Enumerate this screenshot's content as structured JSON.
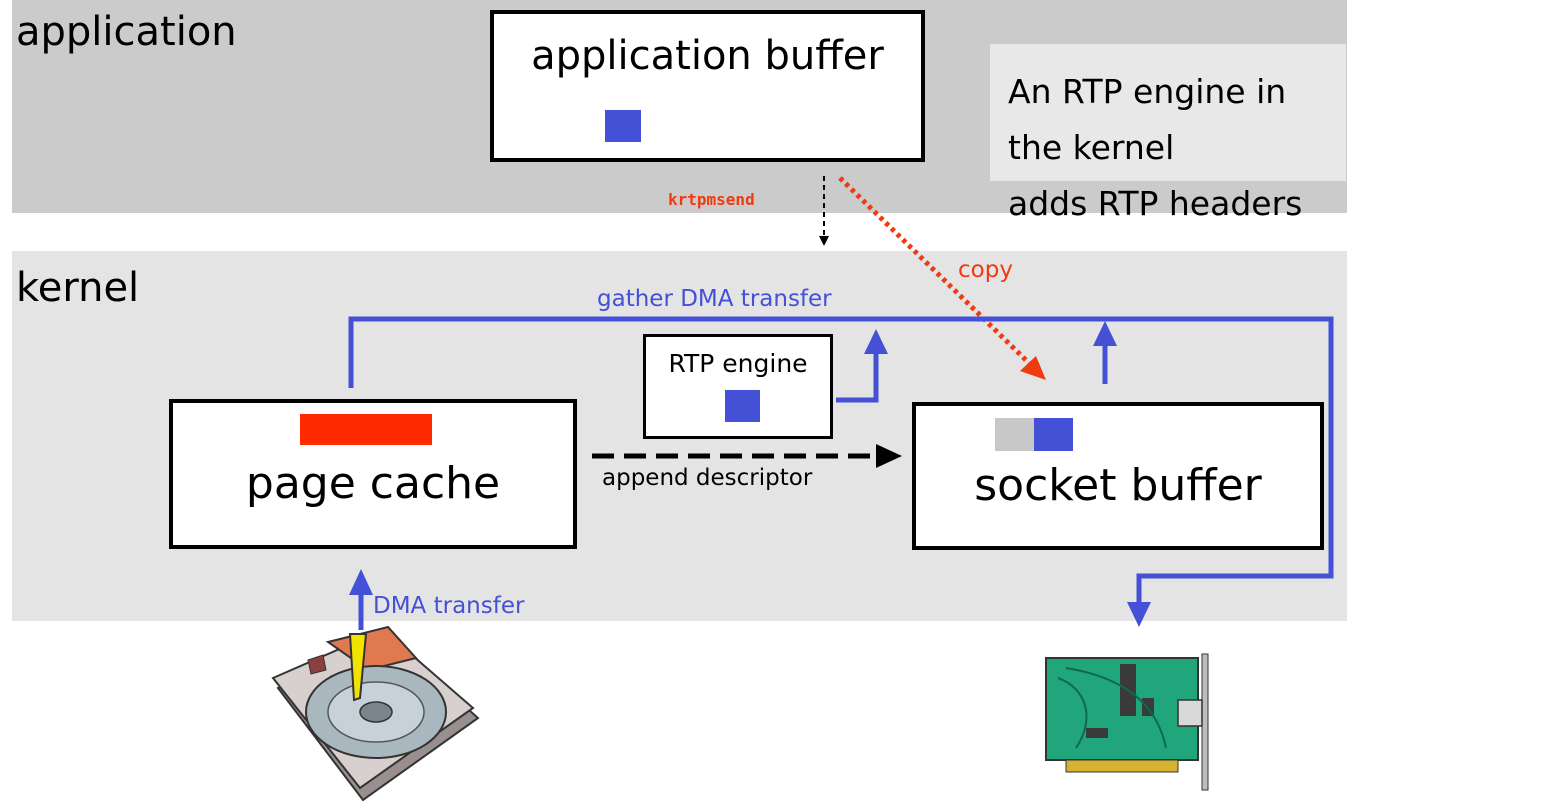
{
  "regions": {
    "application_label": "application",
    "kernel_label": "kernel"
  },
  "boxes": {
    "application_buffer": "application buffer",
    "rtp_engine": "RTP engine",
    "page_cache": "page cache",
    "socket_buffer": "socket buffer"
  },
  "note": {
    "line1": "An RTP engine in the kernel",
    "line2": "adds RTP headers"
  },
  "arrows": {
    "krtpmsend": "krtpmsend",
    "copy": "copy",
    "gather_dma": "gather DMA transfer",
    "append_descriptor": "append descriptor",
    "dma_transfer": "DMA transfer"
  },
  "colors": {
    "dma_blue": "#4450d6",
    "copy_red": "#f03a12",
    "payload_red": "#ff2a00"
  },
  "icons": [
    "hard-disk-icon",
    "network-card-icon"
  ]
}
